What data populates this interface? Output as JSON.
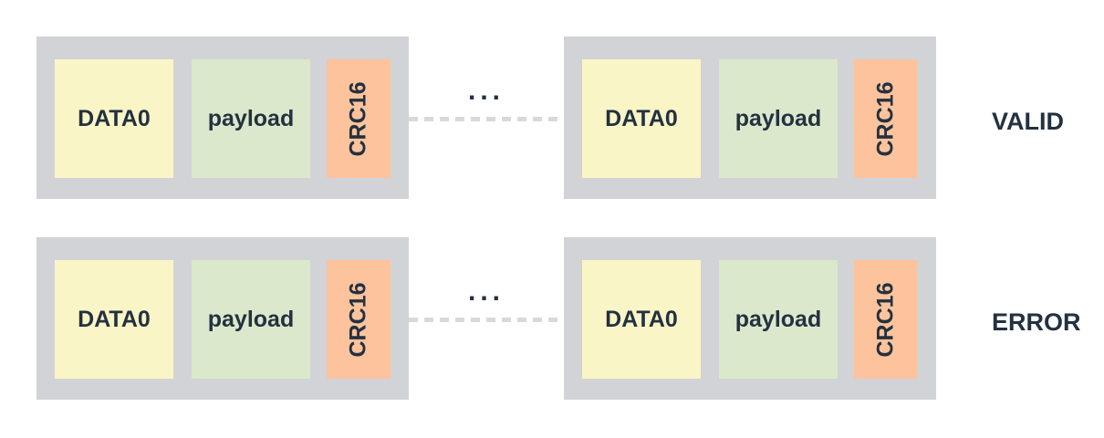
{
  "colors": {
    "background": "#ffffff",
    "frame": "#d2d3d7",
    "field_data0": "#faf5c6",
    "field_payload": "#dbe8cc",
    "field_crc16": "#fdc39c",
    "text": "#233140",
    "dash_line": "#d9d9dd"
  },
  "rows": [
    {
      "label": "VALID",
      "ellipsis": "...",
      "packets": [
        {
          "fields": [
            "DATA0",
            "payload",
            "CRC16"
          ]
        },
        {
          "fields": [
            "DATA0",
            "payload",
            "CRC16"
          ]
        }
      ]
    },
    {
      "label": "ERROR",
      "ellipsis": "...",
      "packets": [
        {
          "fields": [
            "DATA0",
            "payload",
            "CRC16"
          ]
        },
        {
          "fields": [
            "DATA0",
            "payload",
            "CRC16"
          ]
        }
      ]
    }
  ]
}
